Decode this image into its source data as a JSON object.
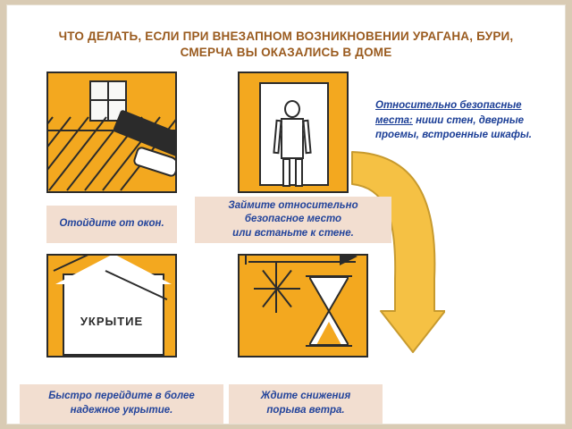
{
  "slide": {
    "title": "ЧТО ДЕЛАТЬ, ЕСЛИ ПРИ ВНЕЗАПНОМ ВОЗНИКНОВЕНИИ УРАГАНА, БУРИ, СМЕРЧА ВЫ ОКАЗАЛИСЬ В ДОМЕ",
    "title_color": "#9a5b1f",
    "background": "#ffffff",
    "page_background": "#d9cbb4"
  },
  "note": {
    "underlined": "Относительно безопасные места:",
    "rest": " ниши стен, дверные проемы, встроенные шкафы.",
    "color": "#1b3e96"
  },
  "panels": [
    {
      "name": "window-and-leg",
      "caption": "Отойдите от окон.",
      "fill": "#f3a81f"
    },
    {
      "name": "doorway-person",
      "caption": "Займите относительно безопасное место\nили встаньте к стене.",
      "fill": "#f3a81f"
    },
    {
      "name": "shelter-house",
      "label": "УКРЫТИЕ",
      "caption": "Быстро перейдите в более надежное укрытие.",
      "fill": "#f3a81f"
    },
    {
      "name": "weathervane-hourglass",
      "caption": "Ждите снижения порыва ветра.",
      "fill": "#f3a81f"
    }
  ],
  "captions": {
    "c1": "Отойдите от окон.",
    "c2_line1": "Займите относительно",
    "c2_line2": "безопасное место",
    "c2_line3": "или встаньте к стене.",
    "c3_line1": "Быстро перейдите в более",
    "c3_line2": "надежное укрытие.",
    "c4_line1": "Ждите снижения",
    "c4_line2": "порыва ветра.",
    "box_bg": "#f2ded0",
    "text_color": "#23449b"
  },
  "shelter_label": "УКРЫТИЕ",
  "arrow": {
    "name": "curved-down-arrow",
    "color": "#f5c144",
    "stroke": "#c79a2e"
  }
}
